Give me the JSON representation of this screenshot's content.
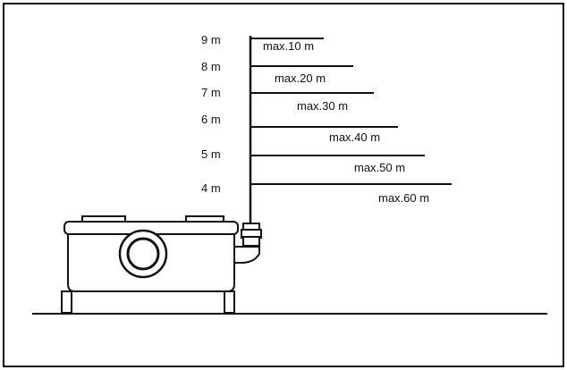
{
  "heights": [
    "9 m",
    "8 m",
    "7 m",
    "6 m",
    "5 m",
    "4 m"
  ],
  "distances": [
    "max.10 m",
    "max.20 m",
    "max.30 m",
    "max.40 m",
    "max.50 m",
    "max.60 m"
  ],
  "colors": {
    "line": "#111111",
    "background": "#ffffff"
  },
  "icons": {
    "pump": "macerator-pump-icon"
  }
}
